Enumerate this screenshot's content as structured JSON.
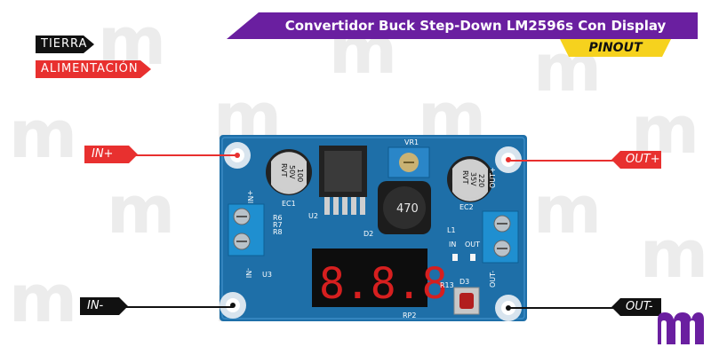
{
  "title": "Convertidor Buck Step-Down LM2596s Con Display",
  "subtitle": "PINOUT",
  "legend": [
    {
      "label": "TIERRA",
      "color": "#111111"
    },
    {
      "label": "ALIMENTACIÓN",
      "color": "#e8302f"
    }
  ],
  "pins": {
    "in_plus": "IN+",
    "in_minus": "IN-",
    "out_plus": "OUT+",
    "out_minus": "OUT-"
  },
  "board": {
    "silk": {
      "in_plus": "+NI",
      "in_minus": "-NI",
      "out_plus": "OUT+",
      "out_minus": "OUT-",
      "vr": "VR1",
      "ec1": "EC1",
      "ec2": "EC2",
      "u2": "U2",
      "u3": "U3",
      "d2": "D2",
      "d3": "D3",
      "l1": "L1",
      "r6": "R6",
      "r7": "R7",
      "r8": "R8",
      "r13": "R13",
      "rp2": "RP2",
      "in_label": "IN",
      "out_label": "OUT"
    },
    "cap_left": [
      "100",
      "50V",
      "RVT"
    ],
    "cap_right": [
      "220",
      "35V",
      "RVT"
    ],
    "inductor": "470",
    "display": "8.8.8."
  },
  "colors": {
    "brand": "#6a1fa0",
    "accent_yellow": "#f6d21e",
    "power_red": "#e8302f",
    "ground_black": "#111111",
    "pcb_blue": "#1e6fa8"
  },
  "icons": {
    "logo": "letter-m-logo"
  }
}
